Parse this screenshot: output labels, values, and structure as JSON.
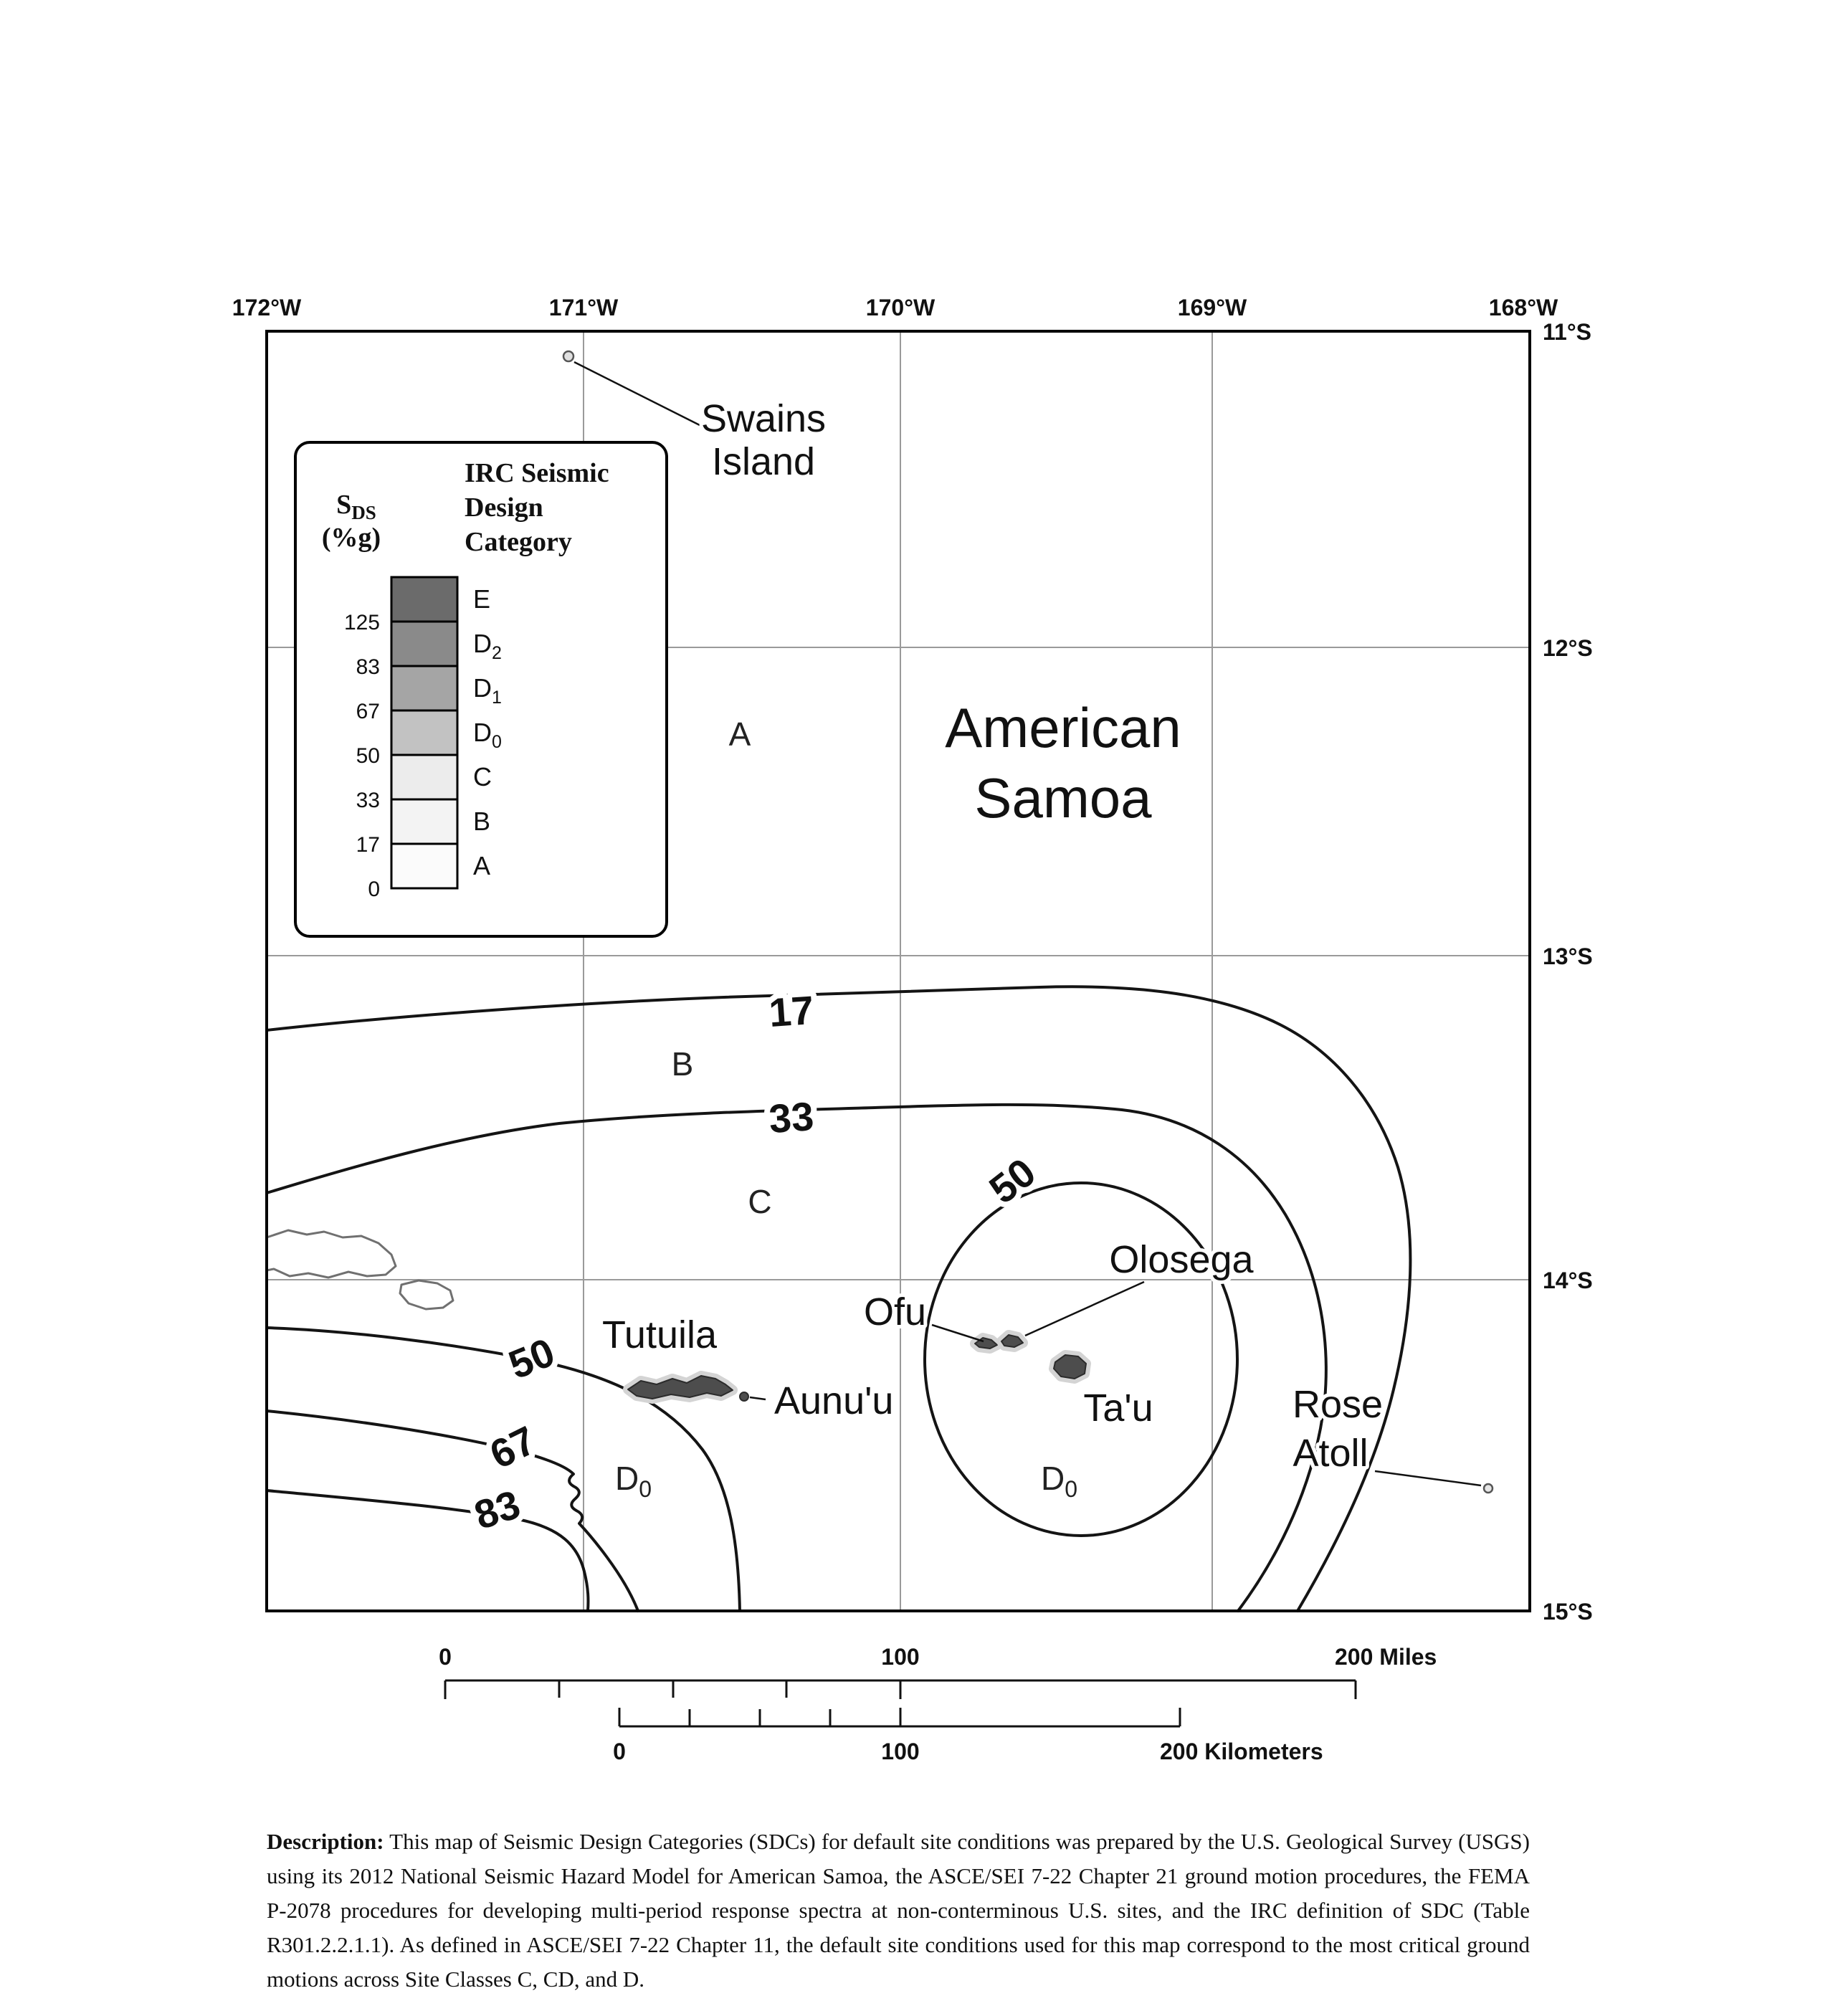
{
  "map": {
    "title": {
      "line1": "American",
      "line2": "Samoa"
    },
    "lon_labels": [
      "172°W",
      "171°W",
      "170°W",
      "169°W",
      "168°W"
    ],
    "lat_labels": [
      "11°S",
      "12°S",
      "13°S",
      "14°S",
      "15°S"
    ],
    "islands": {
      "swains": {
        "line1": "Swains",
        "line2": "Island"
      },
      "tutuila": "Tutuila",
      "aunuu": "Aunu'u",
      "ofu": "Ofu",
      "olosega": "Olosega",
      "tau": "Ta'u",
      "rose": {
        "line1": "Rose",
        "line2": "Atoll"
      }
    },
    "zones": {
      "a": "A",
      "b": "B",
      "c": "C",
      "d0_west": {
        "base": "D",
        "sub": "0"
      },
      "d0_east": {
        "base": "D",
        "sub": "0"
      }
    },
    "contours": {
      "c17": "17",
      "c33": "33",
      "c50_oval": "50",
      "c50_west": "50",
      "c67": "67",
      "c83": "83"
    }
  },
  "legend": {
    "sds": {
      "base": "S",
      "sub": "DS",
      "unit": "(%g)"
    },
    "title": {
      "line1": "IRC Seismic",
      "line2": "Design",
      "line3": "Category"
    },
    "values": [
      "125",
      "83",
      "67",
      "50",
      "33",
      "17",
      "0"
    ],
    "categories": [
      {
        "base": "E",
        "sub": "",
        "color": "#6b6b6b"
      },
      {
        "base": "D",
        "sub": "2",
        "color": "#8a8a8a"
      },
      {
        "base": "D",
        "sub": "1",
        "color": "#a5a5a5"
      },
      {
        "base": "D",
        "sub": "0",
        "color": "#c2c2c2"
      },
      {
        "base": "C",
        "sub": "",
        "color": "#ececec"
      },
      {
        "base": "B",
        "sub": "",
        "color": "#f3f3f3"
      },
      {
        "base": "A",
        "sub": "",
        "color": "#fbfbfb"
      }
    ]
  },
  "scalebars": {
    "miles": {
      "t0": "0",
      "t100": "100",
      "t200": "200 Miles"
    },
    "km": {
      "t0": "0",
      "t100": "100",
      "t200": "200 Kilometers"
    }
  },
  "description": {
    "label": "Description:",
    "text": "This map of Seismic Design Categories (SDCs) for default site conditions was prepared by the U.S. Geological Survey (USGS) using its 2012 National Seismic Hazard Model for American Samoa, the ASCE/SEI 7-22 Chapter 21 ground motion procedures, the FEMA P-2078 procedures for developing multi-period response spectra at non-conterminous U.S. sites, and the IRC definition of SDC (Table R301.2.2.1.1). As defined in ASCE/SEI 7-22 Chapter 11, the default site conditions used for this map correspond to the most critical ground motions across Site Classes C, CD, and D."
  }
}
